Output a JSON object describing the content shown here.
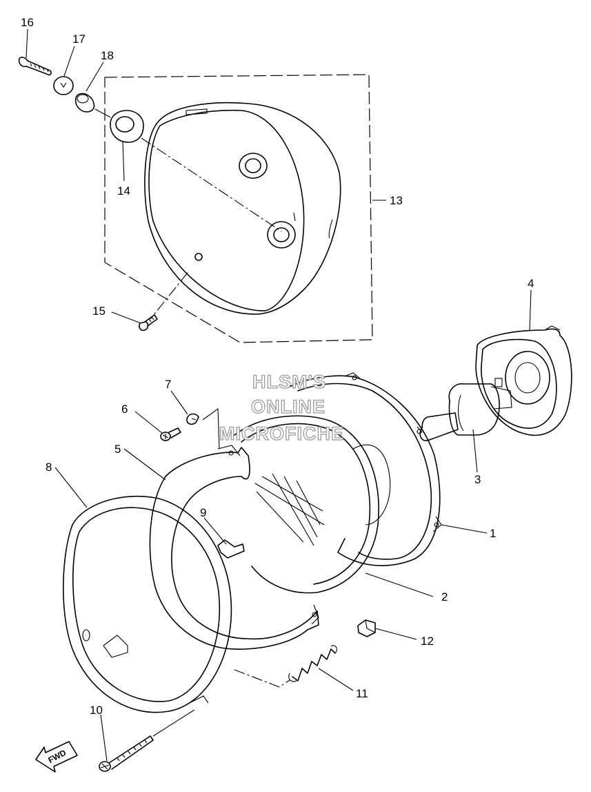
{
  "watermark": {
    "line1": "HLSM'S",
    "line2": "ONLINE",
    "line3": "MICROFICHE"
  },
  "direction_label": "FWD",
  "callouts": {
    "c1": "1",
    "c2": "2",
    "c3": "3",
    "c4": "4",
    "c5": "5",
    "c6": "6",
    "c7": "7",
    "c8": "8",
    "c9": "9",
    "c10": "10",
    "c11": "11",
    "c12": "12",
    "c13": "13",
    "c14": "14",
    "c15": "15",
    "c16": "16",
    "c17": "17",
    "c18": "18"
  }
}
